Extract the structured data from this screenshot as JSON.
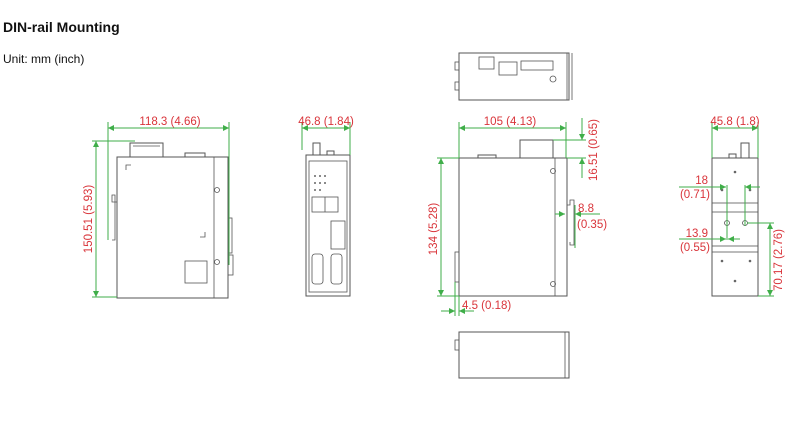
{
  "header": {
    "title": "DIN-rail Mounting",
    "unit": "Unit: mm (inch)"
  },
  "colors": {
    "dimension_text": "#d9343a",
    "dimension_line": "#3fae49",
    "outline": "#555555"
  },
  "views": {
    "left_side": {
      "width": "118.3 (4.66)",
      "height": "150.51 (5.93)"
    },
    "front": {
      "width": "46.8 (1.84)"
    },
    "right_side": {
      "width": "105 (4.13)",
      "terminal_height": "16.51 (0.65)",
      "height": "134 (5.28)",
      "clip_depth": "8.8",
      "clip_depth_inch": "(0.35)",
      "offset": "4.5 (0.18)"
    },
    "rear": {
      "width": "45.8 (1.8)",
      "hole_spacing": "18",
      "hole_spacing_inch": "(0.71)",
      "hole_offset": "13.9",
      "hole_offset_inch": "(0.55)",
      "rail_height": "70.17 (2.76)"
    }
  }
}
